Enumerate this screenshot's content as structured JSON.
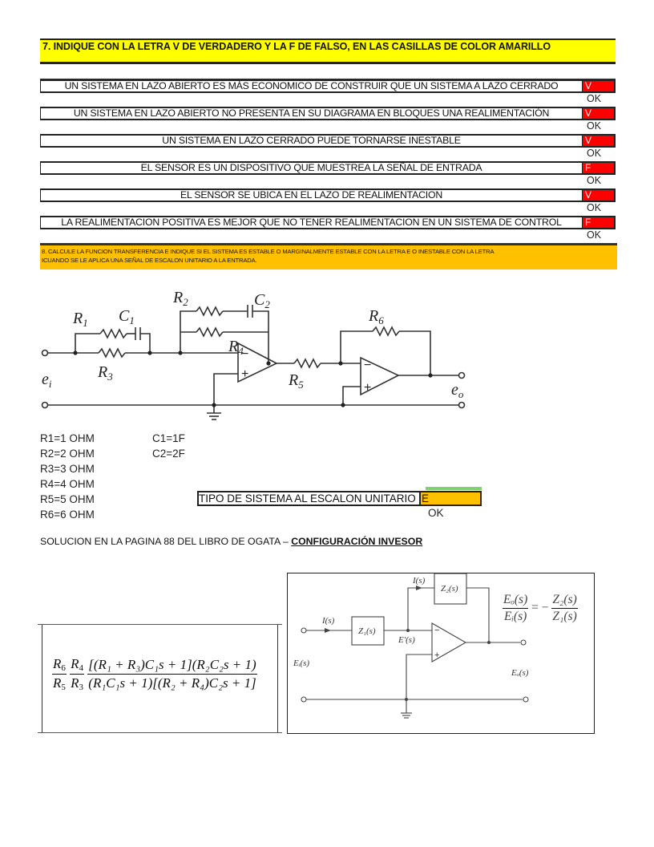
{
  "question7": {
    "header": "7. INDIQUE CON LA LETRA V DE VERDADERO Y LA F DE FALSO, EN LAS CASILLAS DE COLOR AMARILLO",
    "answer_color": "#ff0000",
    "items": [
      {
        "statement": "UN SISTEMA EN LAZO ABIERTO ES MÁS ECONOMICO DE CONSTRUIR QUE UN SISTEMA A LAZO CERRADO",
        "answer": "V",
        "check": "OK"
      },
      {
        "statement": "UN SISTEMA EN LAZO ABIERTO NO PRESENTA EN SU DIAGRAMA EN BLOQUES UNA REALIMENTACIÓN",
        "answer": "V",
        "check": "OK"
      },
      {
        "statement": "UN SISTEMA EN LAZO CERRADO PUEDE TORNARSE INESTABLE",
        "answer": "V",
        "check": "OK"
      },
      {
        "statement": "EL SENSOR ES UN DISPOSITIVO QUE MUESTREA LA SEÑAL DE ENTRADA",
        "answer": "F",
        "check": "OK"
      },
      {
        "statement": "EL SENSOR SE UBICA EN EL LAZO DE REALIMENTACION",
        "answer": "V",
        "check": "OK"
      },
      {
        "statement": "LA REALIMENTACION POSITIVA ES MEJOR QUE NO TENER REALIMENTACION EN UN SISTEMA DE CONTROL",
        "answer": "F",
        "check": "OK"
      }
    ]
  },
  "question8": {
    "header_line1": "8. CALCULE LA FUNCION TRANSFERENCIA E INDIQUE SI EL SISTEMA ES ESTABLE O MARGINALMENTE ESTABLE  CON LA LETRA E O INESTABLE CON LA LETRA",
    "header_line2": "ICUANDO SE LE APLICA UNA SEÑAL DE ESCALON UNITARIO A LA ENTRADA.",
    "header_color": "#ffc000"
  },
  "circuit": {
    "labels": {
      "R1": "R",
      "R1_sub": "1",
      "C1": "C",
      "C1_sub": "1",
      "R2": "R",
      "R2_sub": "2",
      "C2": "C",
      "C2_sub": "2",
      "R3": "R",
      "R3_sub": "3",
      "R4": "R",
      "R4_sub": "4",
      "R5": "R",
      "R5_sub": "5",
      "R6": "R",
      "R6_sub": "6",
      "ei": "e",
      "ei_sub": "i",
      "eo": "e",
      "eo_sub": "o",
      "minus": "−",
      "plus": "+"
    }
  },
  "parameters": {
    "resistors": [
      "R1=1 OHM",
      "R2=2 OHM",
      "R3=3 OHM",
      "R4=4 OHM",
      "R5=5 OHM",
      "R6=6 OHM"
    ],
    "capacitors": [
      "C1=1F",
      "C2=2F"
    ]
  },
  "system_type": {
    "label": "TIPO DE SISTEMA AL ESCALON UNITARIO",
    "answer": "E",
    "check": "OK"
  },
  "solution_note": {
    "text": "SOLUCION EN LA PAGINA 88 DEL LIBRO DE OGATA – ",
    "link": "CONFIGURACIÓN INVESOR"
  },
  "formula": {
    "f1_num": "R",
    "f1_num_sub": "6",
    "f1_den": "R",
    "f1_den_sub": "5",
    "f2_num": "R",
    "f2_num_sub": "4",
    "f2_den": "R",
    "f2_den_sub": "3",
    "f3_num": "[(R₁ + R₃)C₁s + 1](R₂C₂s + 1)",
    "f3_den": "(R₁C₁s + 1)[(R₂ + R₄)C₂s + 1]"
  },
  "inverting_config": {
    "I_top": "I(s)",
    "I_left": "I(s)",
    "Z1": "Z₁(s)",
    "Z2": "Z₂(s)",
    "E_prime": "E′(s)",
    "Ei": "Eᵢ(s)",
    "Eo": "Eₒ(s)",
    "minus": "−",
    "plus": "+",
    "eq_num_left": "Eₒ(s)",
    "eq_den_left": "Eᵢ(s)",
    "eq_mid": "= −",
    "eq_num_right": "Z₂(s)",
    "eq_den_right": "Z₁(s)"
  }
}
